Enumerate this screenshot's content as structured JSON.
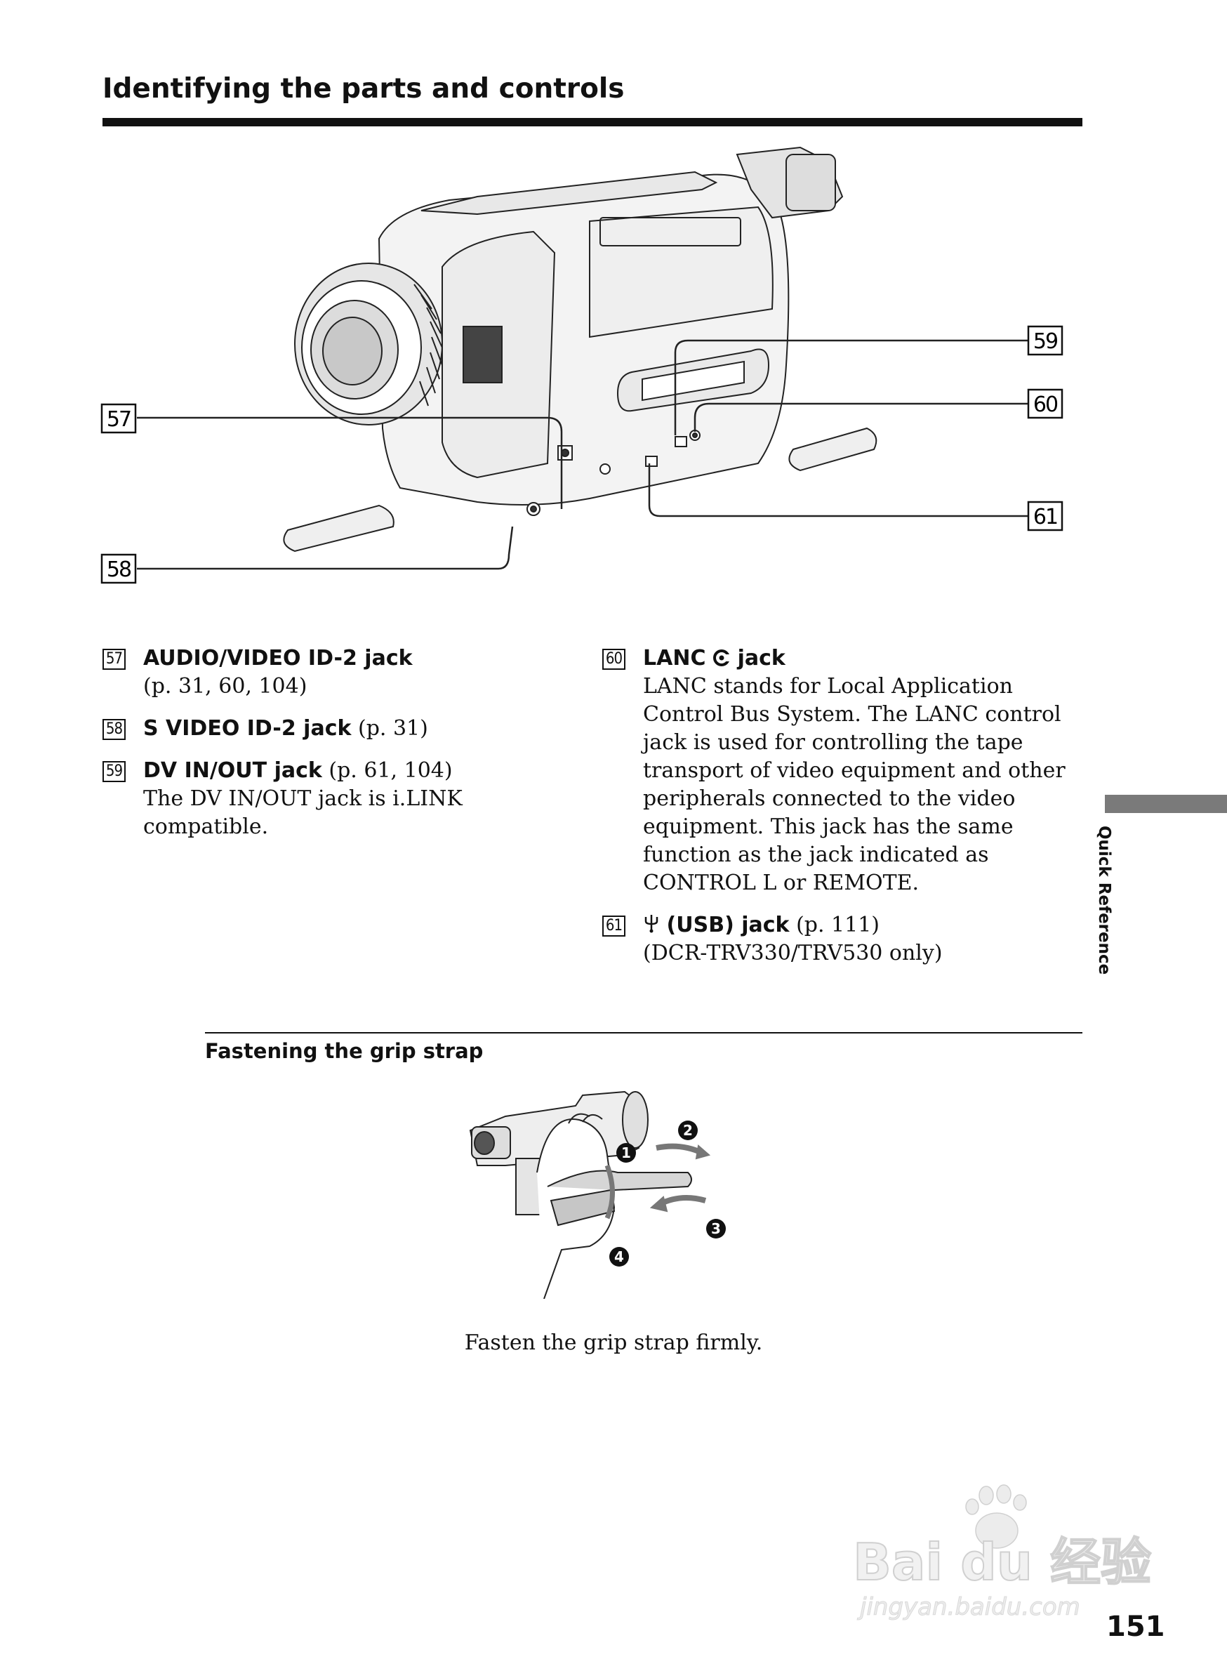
{
  "page": {
    "title": "Identifying the parts and controls",
    "number": "151",
    "side_tab_label": "Quick Reference"
  },
  "callouts": [
    "57",
    "58",
    "59",
    "60",
    "61"
  ],
  "items": [
    {
      "num": "57",
      "head": "AUDIO/VIDEO ID-2 jack",
      "ref": "",
      "body": "(p. 31, 60, 104)"
    },
    {
      "num": "58",
      "head": "S VIDEO ID-2 jack",
      "ref": "(p. 31)",
      "body": ""
    },
    {
      "num": "59",
      "head": "DV IN/OUT jack",
      "ref": "(p. 61, 104)",
      "body": "The DV IN/OUT jack is i.LINK compatible."
    },
    {
      "num": "60",
      "head_pre": "LANC",
      "head_post": "jack",
      "icon": "lanc-icon",
      "ref": "",
      "body": "LANC stands for Local Application Control Bus System. The LANC control jack is used for controlling the tape transport of video equipment and other peripherals connected to the video equipment. This jack has the same function as the jack indicated as CONTROL L or REMOTE."
    },
    {
      "num": "61",
      "head": "(USB) jack",
      "icon": "usb-icon",
      "ref": "(p. 111)",
      "body": "(DCR-TRV330/TRV530 only)"
    }
  ],
  "grip_section": {
    "heading": "Fastening the grip strap",
    "steps": [
      "1",
      "2",
      "3",
      "4"
    ],
    "caption": "Fasten the grip strap firmly."
  },
  "watermark": {
    "line1": "Bai du 经验",
    "line2": "jingyan.baidu.com"
  }
}
